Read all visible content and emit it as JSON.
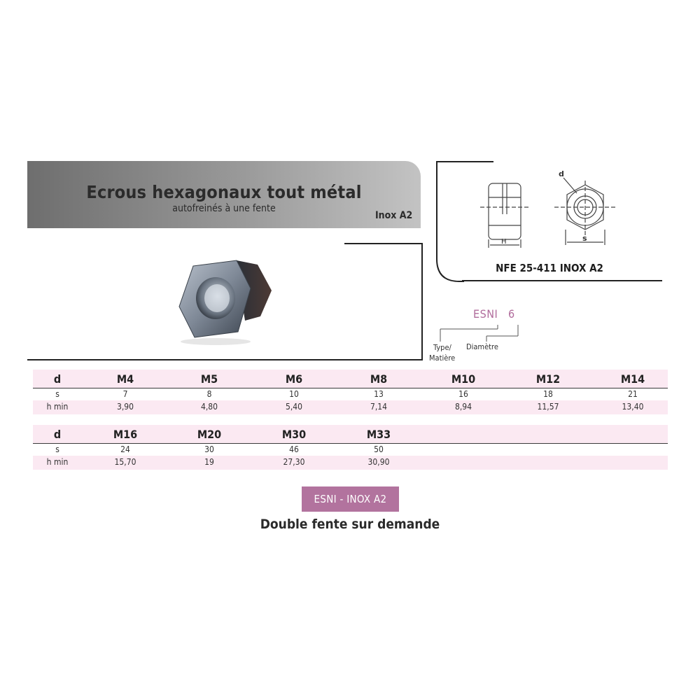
{
  "header": {
    "title": "Ecrous hexagonaux tout métal",
    "subtitle": "autofreinés à une fente",
    "material": "Inox A2"
  },
  "diagram": {
    "norm_label": "NFE 25-411 INOX A2",
    "dim_d": "d",
    "dim_s": "s",
    "dim_h": "H"
  },
  "code": {
    "prefix": "ESNI",
    "number": "6",
    "type_label": "Type/",
    "type_label2": "Matière",
    "diameter_label": "Diamètre"
  },
  "table1": {
    "row_labels": [
      "d",
      "s",
      "h min"
    ],
    "columns": [
      {
        "d": "M4",
        "s": "7",
        "h": "3,90"
      },
      {
        "d": "M5",
        "s": "8",
        "h": "4,80"
      },
      {
        "d": "M6",
        "s": "10",
        "h": "5,40"
      },
      {
        "d": "M8",
        "s": "13",
        "h": "7,14"
      },
      {
        "d": "M10",
        "s": "16",
        "h": "8,94"
      },
      {
        "d": "M12",
        "s": "18",
        "h": "11,57"
      },
      {
        "d": "M14",
        "s": "21",
        "h": "13,40"
      }
    ]
  },
  "table2": {
    "row_labels": [
      "d",
      "s",
      "h min"
    ],
    "columns": [
      {
        "d": "M16",
        "s": "24",
        "h": "15,70"
      },
      {
        "d": "M20",
        "s": "30",
        "h": "19"
      },
      {
        "d": "M30",
        "s": "46",
        "h": "27,30"
      },
      {
        "d": "M33",
        "s": "50",
        "h": "30,90"
      }
    ]
  },
  "badge": {
    "label": "ESNI - INOX A2"
  },
  "footnote": "Double fente sur demande",
  "colors": {
    "accent": "#b2739e",
    "code_text": "#b06b9b",
    "row_tint": "#fbe9f2"
  }
}
